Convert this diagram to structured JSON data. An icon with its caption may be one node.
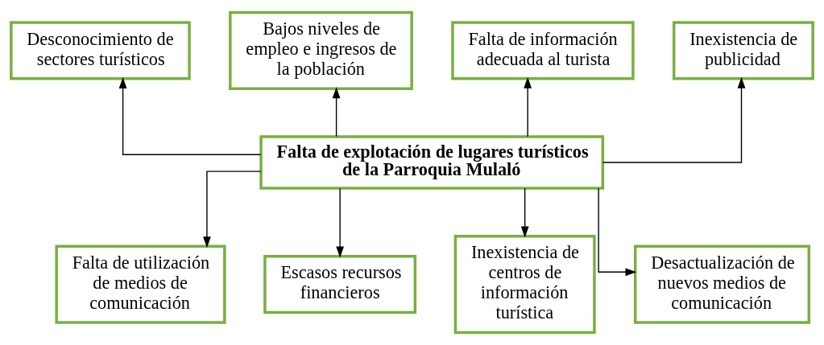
{
  "diagram": {
    "nodes": [
      {
        "text": [
          "Desconocimiento de sectores turísticos"
        ]
      },
      {
        "text": [
          "Bajos niveles de empleo e ingresos de la población"
        ]
      },
      {
        "text": [
          "Falta de información adecuada al turista"
        ]
      },
      {
        "text": [
          "Inexistencia de publicidad"
        ]
      },
      {
        "text": [
          "Falta de explotación de lugares turísticos de la Parroquia Mulaló"
        ]
      },
      {
        "text": [
          "Falta de utilización de medios de comunicación"
        ]
      },
      {
        "text": [
          "Escasos recursos financieros"
        ]
      },
      {
        "text": [
          "Inexistencia de centros de información turística"
        ]
      },
      {
        "text": [
          "Desactualización de nuevos medios de comunicación"
        ]
      }
    ],
    "edges": [
      {
        "from": 4,
        "to": 0,
        "arrow": "to"
      },
      {
        "from": 4,
        "to": 1,
        "arrow": "to"
      },
      {
        "from": 4,
        "to": 2,
        "arrow": "to"
      },
      {
        "from": 4,
        "to": 3,
        "arrow": "to"
      },
      {
        "from": 4,
        "to": 5,
        "arrow": "to"
      },
      {
        "from": 4,
        "to": 6,
        "arrow": "to"
      },
      {
        "from": 4,
        "to": 7,
        "arrow": "to"
      },
      {
        "from": 4,
        "to": 8,
        "arrow": "to"
      }
    ]
  }
}
